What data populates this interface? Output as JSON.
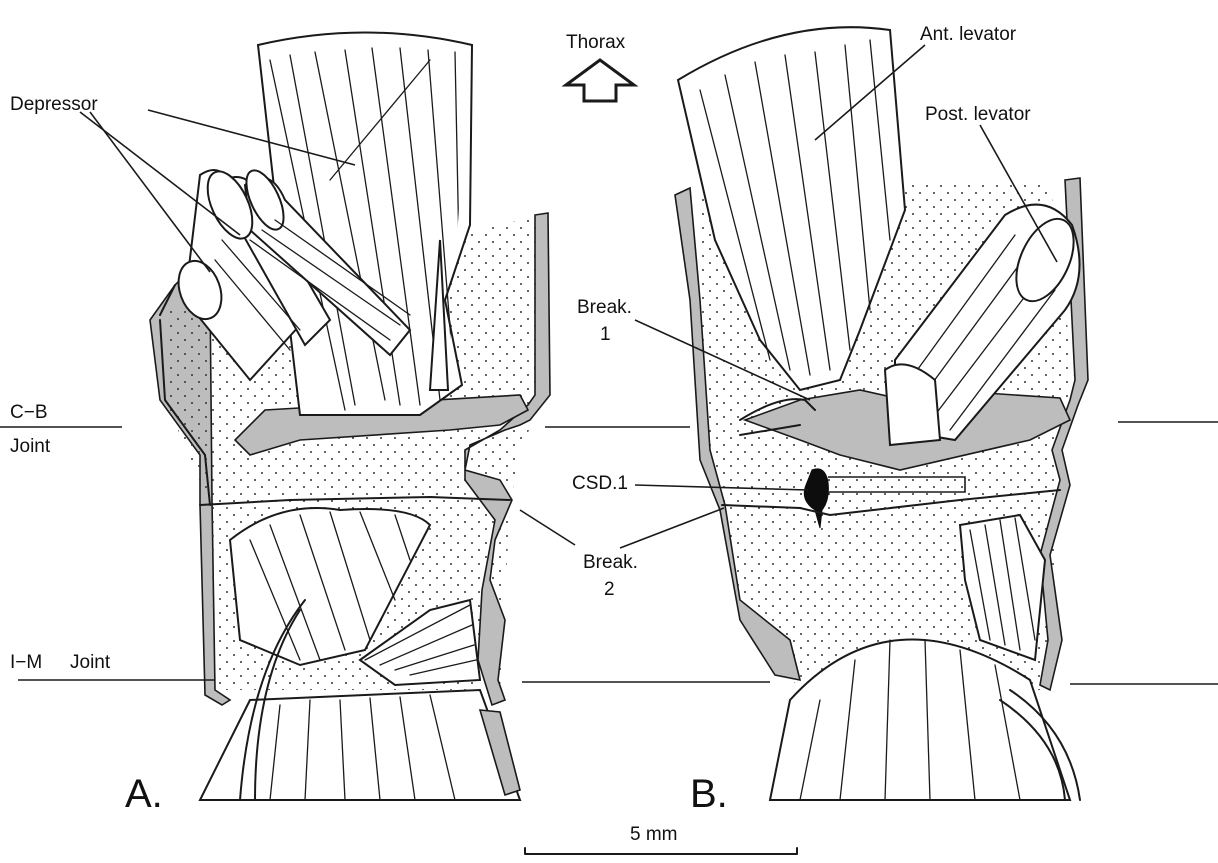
{
  "colors": {
    "ink": "#1a1a1a",
    "cuticle_grey": "#bdbdbd",
    "background": "#ffffff"
  },
  "labels": {
    "depressor": "Depressor",
    "thorax": "Thorax",
    "ant_levator": "Ant. levator",
    "post_levator": "Post. levator",
    "break1_line1": "Break.",
    "break1_line2": "1",
    "break2_line1": "Break.",
    "break2_line2": "2",
    "csd": "CSD.1",
    "cb_line1": "C−B",
    "cb_line2": "Joint",
    "im_joint_a": "I−M",
    "im_joint_b": "Joint",
    "panel_a": "A.",
    "panel_b": "B.",
    "scale": "5 mm"
  },
  "icons": {
    "thorax_arrow": "up-arrow-icon"
  }
}
